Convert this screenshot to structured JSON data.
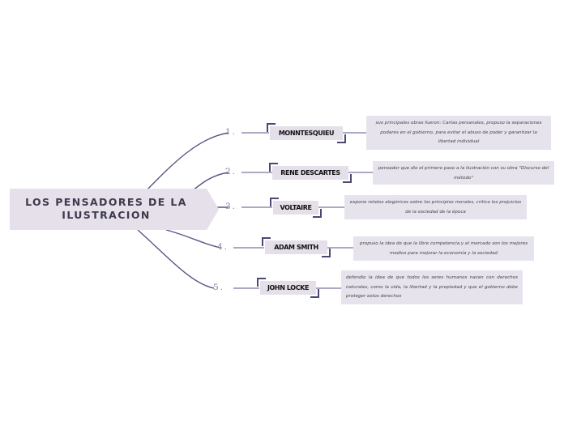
{
  "central_topic": "LOS PENSADORES DE LA ILUSTRACION",
  "branches": [
    {
      "number": "1.",
      "name": "MONNTESQUIEU",
      "description": "sus principales obras fueron: Cartas persanales, propuso la separaciones podares en el gobierno, para evitar el abuso de poder y garantizar la libertad individual"
    },
    {
      "number": "2.",
      "name": "RENE DESCARTES",
      "description": "pensador que dio el primero paso a la ilustración con su obra \"Discurso del método\""
    },
    {
      "number": "3.",
      "name": "VOLTAIRE",
      "description": "expone relatos alegóricos sobre los principios morales, critica los prejuicios de la sociedad de la época"
    },
    {
      "number": "4.",
      "name": "ADAM SMITH",
      "description": "propuso la idea de que la libre competencia y el mercado son los mejores medios para mejorar la economía y la sociedad"
    },
    {
      "number": "5.",
      "name": "JOHN LOCKE",
      "description": "defendio la idea de que todos los seres humanos nacen con derechos naturales, como la vida, la libertad y la propiedad y que el gobierno debe proteger estos derechos"
    }
  ],
  "colors": {
    "central_fill": "#e5e0ea",
    "link": "#5a5485",
    "name_box": "#e4dfe9",
    "bracket": "#4c4873",
    "desc_box": "#e7e3ed"
  }
}
